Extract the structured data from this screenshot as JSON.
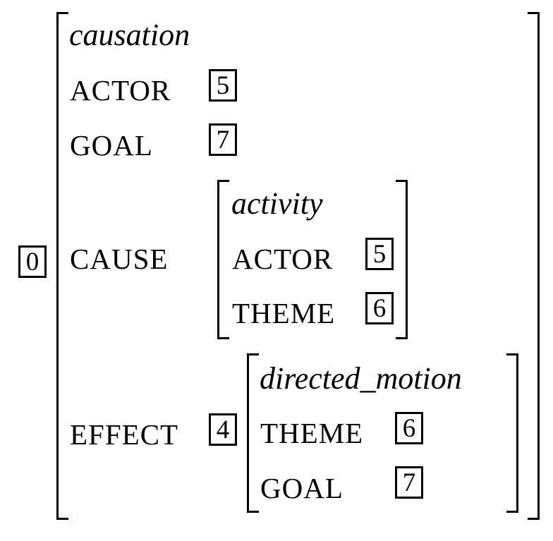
{
  "root": {
    "tag": "0",
    "type": "causation",
    "actor": {
      "label": "ACTOR",
      "tag": "5"
    },
    "goal": {
      "label": "GOAL",
      "tag": "7"
    },
    "cause": {
      "label": "CAUSE",
      "type": "activity",
      "actor": {
        "label": "ACTOR",
        "tag": "5"
      },
      "theme": {
        "label": "THEME",
        "tag": "6"
      }
    },
    "effect": {
      "label": "EFFECT",
      "tag": "4",
      "type": "directed_motion",
      "theme": {
        "label": "THEME",
        "tag": "6"
      },
      "goal": {
        "label": "GOAL",
        "tag": "7"
      }
    }
  }
}
